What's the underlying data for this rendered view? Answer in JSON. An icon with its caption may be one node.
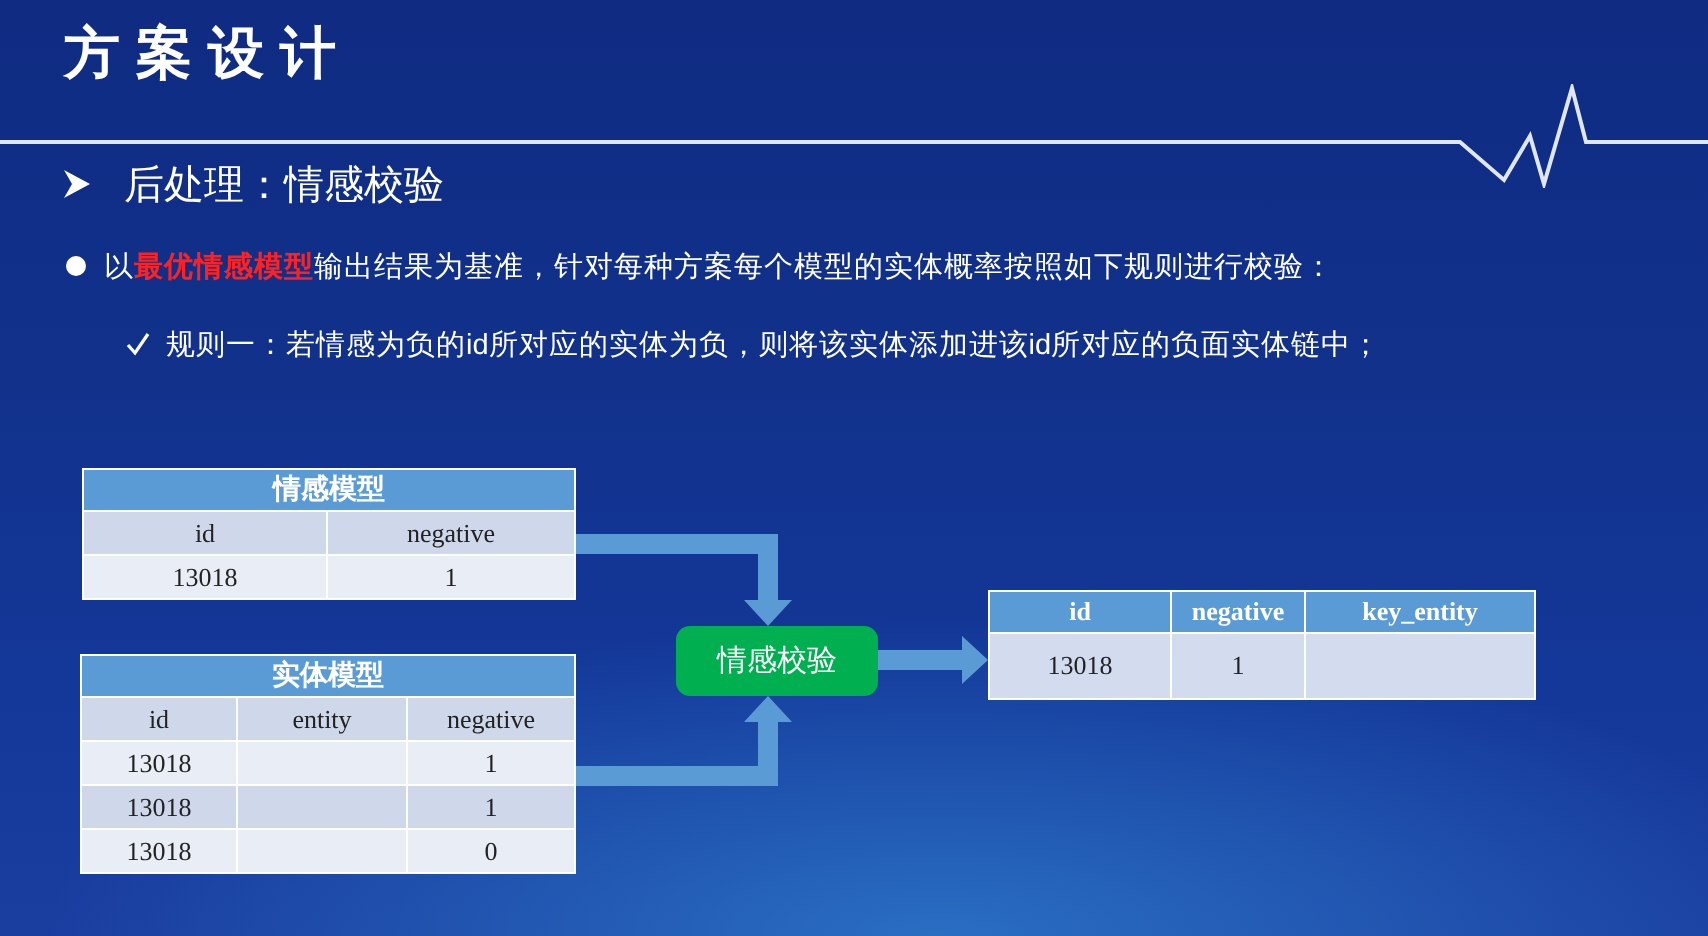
{
  "diagram": {
    "title": "方案设计",
    "nodes": [
      {
        "text": [
          "情感模型",
          "id",
          "negative",
          "13018",
          "1"
        ]
      },
      {
        "text": [
          "实体模型",
          "id",
          "entity",
          "negative",
          "13018",
          "1",
          "13018",
          "1",
          "13018",
          "0"
        ]
      },
      {
        "text": [
          "情感校验"
        ]
      },
      {
        "text": [
          "id",
          "negative",
          "key_entity",
          "13018",
          "1"
        ]
      }
    ],
    "edges": [
      {
        "from": 0,
        "to": 2,
        "arrow": "to"
      },
      {
        "from": 1,
        "to": 2,
        "arrow": "to"
      },
      {
        "from": 2,
        "to": 3,
        "arrow": "to"
      }
    ],
    "labels": [
      "后处理：情感校验",
      "以**最优情感模型**输出结果为基准，针对每种方案每个模型的实体概率按照如下规则进行校验：",
      "规则一：若情感为负的id所对应的实体为负，则将该实体添加进该id所对应的负面实体链中；"
    ]
  }
}
